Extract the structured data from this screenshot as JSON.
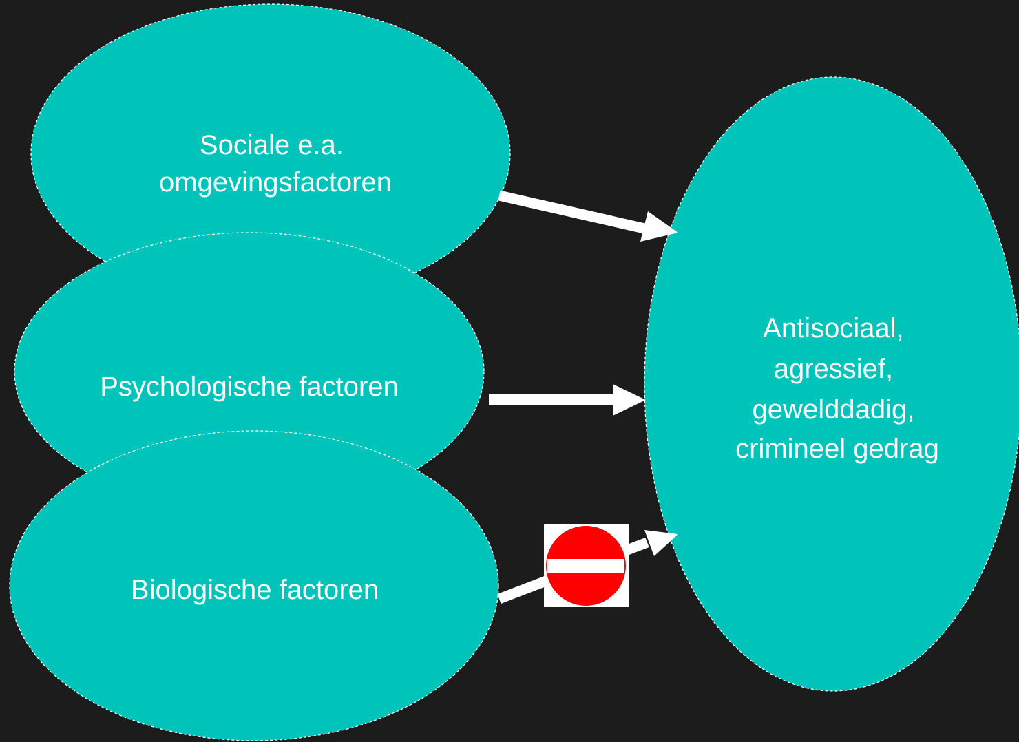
{
  "colors": {
    "background": "#1c1c1c",
    "node_fill": "#00c4b9",
    "arrow": "#ffffff",
    "no_entry_sign": "#ff0000"
  },
  "nodes": {
    "social": {
      "line1": "Sociale e.a.",
      "line2": "omgevingsfactoren"
    },
    "psychological": {
      "line1": "Psychologische factoren"
    },
    "biological": {
      "line1": "Biologische factoren"
    },
    "outcome": {
      "line1": "Antisociaal,",
      "line2": "agressief,",
      "line3": "gewelddadig,",
      "line4": "crimineel gedrag"
    }
  },
  "icons": {
    "no_entry": "no-entry-sign-icon"
  }
}
